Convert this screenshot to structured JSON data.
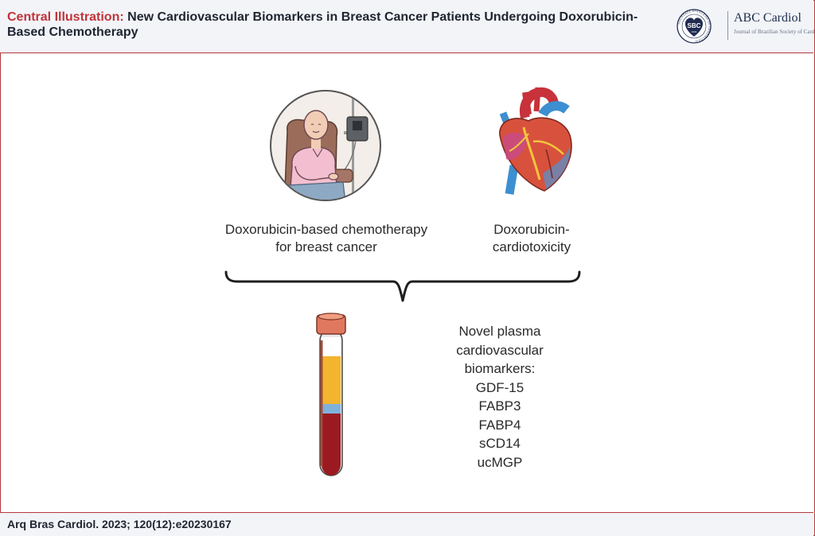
{
  "header": {
    "title_lead": "Central Illustration:",
    "title_rest": "New Cardiovascular Biomarkers in Breast Cancer Patients Undergoing Doxorubicin-Based Chemotherapy"
  },
  "logo": {
    "society_abbr": "SBC",
    "society_ring_text": "SOCIEDADE BRASILEIRA DE CARDIOLOGIA",
    "year": "1943",
    "journal_name": "ABC Cardiol",
    "journal_subtitle": "Journal of Brazilian Society of Cardiology",
    "colors": {
      "logo_blue": "#1f2c50",
      "logo_red": "#c0343a"
    }
  },
  "diagram": {
    "chemo_label": [
      "Doxorubicin-based chemotherapy",
      "for breast cancer"
    ],
    "cardio_label": [
      "Doxorubicin-",
      "cardiotoxicity"
    ],
    "biomarkers_heading": [
      "Novel plasma",
      "cardiovascular",
      "biomarkers:"
    ],
    "biomarkers": [
      "GDF-15",
      "FABP3",
      "FABP4",
      "sCD14",
      "ucMGP"
    ],
    "icons": [
      "patient-receiving-chemotherapy-icon",
      "heart-icon",
      "blood-sample-tube-icon",
      "curly-brace"
    ]
  },
  "footer": {
    "citation": "Arq Bras Cardiol. 2023; 120(12):e20230167"
  },
  "colors": {
    "accent_red": "#c0343a",
    "header_bg": "#f2f4f8",
    "border": "#b23a3e"
  }
}
